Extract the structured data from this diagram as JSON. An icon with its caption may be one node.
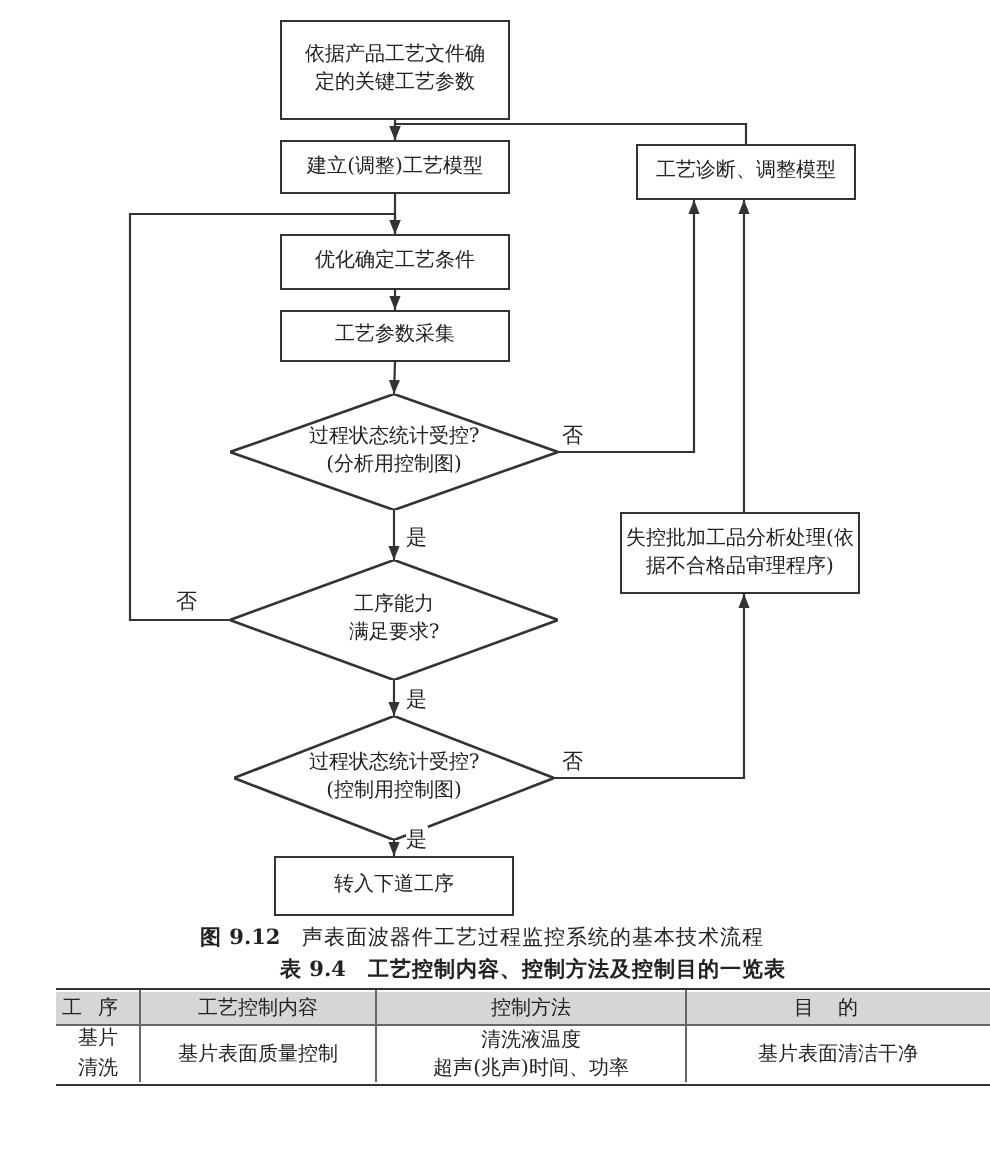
{
  "diagram": {
    "caption": "**图 9.12**　声表面波器件工艺过程监控系统的基本技术流程",
    "nodes": [
      {
        "text": [
          "依据产品工艺文件确定的关键工艺参数"
        ]
      },
      {
        "text": [
          "建立(调整)工艺模型"
        ]
      },
      {
        "text": [
          "优化确定工艺条件"
        ]
      },
      {
        "text": [
          "工艺参数采集"
        ]
      },
      {
        "text": [
          "过程状态统计受控?(分析用控制图)"
        ]
      },
      {
        "text": [
          "工序能力满足要求?"
        ]
      },
      {
        "text": [
          "过程状态统计受控?(控制用控制图)"
        ]
      },
      {
        "text": [
          "转入下道工序"
        ]
      },
      {
        "text": [
          "工艺诊断、调整模型"
        ]
      },
      {
        "text": [
          "失控批加工品分析处理(依据不合格品审理程序)"
        ]
      }
    ],
    "edges": [
      {
        "from": 0,
        "to": 1,
        "arrow": "to"
      },
      {
        "from": 1,
        "to": 2,
        "arrow": "to"
      },
      {
        "from": 2,
        "to": 3,
        "arrow": "to"
      },
      {
        "from": 3,
        "to": 4,
        "arrow": "to"
      },
      {
        "from": 4,
        "to": 5,
        "arrow": "to",
        "label": "是"
      },
      {
        "from": 5,
        "to": 6,
        "arrow": "to",
        "label": "是"
      },
      {
        "from": 6,
        "to": 7,
        "arrow": "to",
        "label": "是"
      },
      {
        "from": 4,
        "to": 8,
        "arrow": "to",
        "label": "否"
      },
      {
        "from": 6,
        "to": 9,
        "arrow": "to",
        "label": "否"
      },
      {
        "from": 9,
        "to": 8,
        "arrow": "to"
      },
      {
        "from": 8,
        "to": 1,
        "arrow": "to"
      },
      {
        "from": 5,
        "to": 2,
        "arrow": "to",
        "label": "否"
      }
    ],
    "labels": [
      "表 9.4　工艺控制内容、控制方法及控制目的一览表",
      "工序",
      "工艺控制内容",
      "控制方法",
      "目的",
      "基片清洗",
      "基片表面质量控制",
      "清洗液温度",
      "超声(兆声)时间、功率",
      "基片表面清洁干净"
    ]
  }
}
